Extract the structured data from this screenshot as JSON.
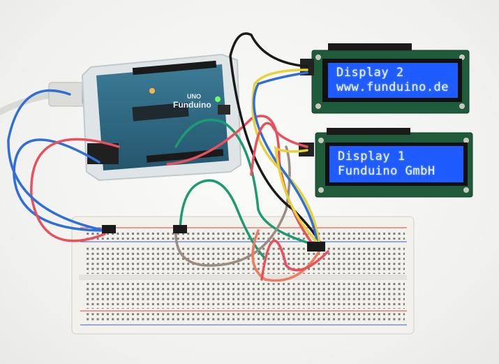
{
  "display_top": {
    "line1": "Display 2",
    "line2": "www.funduino.de"
  },
  "display_bottom": {
    "line1": "Display 1",
    "line2": "Funduino GmbH"
  },
  "board": {
    "model": "UNO",
    "brand": "Funduino"
  },
  "colors": {
    "lcd_blue": "#1e5cff",
    "pcb_green": "#1f5a3a",
    "arduino_blue": "#2e6c8a",
    "breadboard": "#f2f1ec",
    "wire_red": "#e8505a",
    "wire_blue": "#2f6fd6",
    "wire_green": "#1c9a72",
    "wire_yellow": "#e8d23a",
    "wire_brown": "#9a8c80",
    "wire_black": "#1a1a1a",
    "wire_orange": "#f07a5a"
  }
}
